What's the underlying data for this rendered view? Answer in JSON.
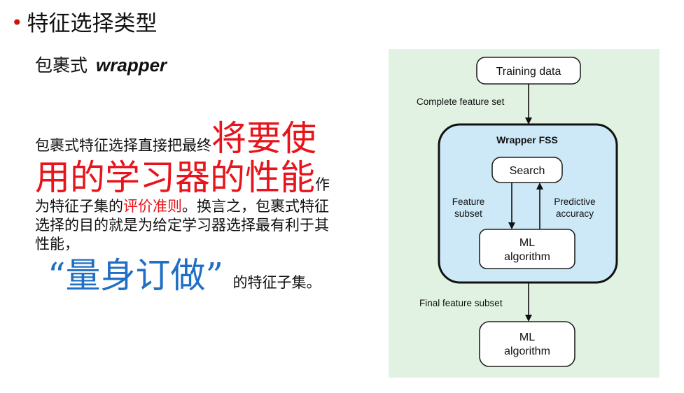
{
  "heading": {
    "bullet": "•",
    "text": "特征选择类型"
  },
  "subheading": {
    "zh": "包裹式",
    "en": "wrapper"
  },
  "body": {
    "p1": "包裹式特征选择直接把最终",
    "highlight1": "将要使用的学习器的性能",
    "p2": "作为特征子集的",
    "highlight2": "评价准则",
    "p3": "。换言之，包裹式特征选择的目的就是为给定学习器选择最有利于其性能，",
    "quote": "“量身订做”",
    "p4": "的特征子集。"
  },
  "diagram": {
    "training_data": "Training data",
    "complete_feature_set": "Complete feature set",
    "wrapper_title": "Wrapper FSS",
    "search": "Search",
    "feature_subset_line1": "Feature",
    "feature_subset_line2": "subset",
    "predictive_line1": "Predictive",
    "predictive_line2": "accuracy",
    "ml_inner_line1": "ML",
    "ml_inner_line2": "algorithm",
    "final_feature_subset": "Final feature subset",
    "ml_outer_line1": "ML",
    "ml_outer_line2": "algorithm"
  },
  "colors": {
    "bullet": "#cc1111",
    "highlight_red": "#e8141b",
    "highlight_blue": "#1f6fc4",
    "diagram_bg": "#e1f2e2",
    "wrapper_fill": "#cde9f7"
  }
}
